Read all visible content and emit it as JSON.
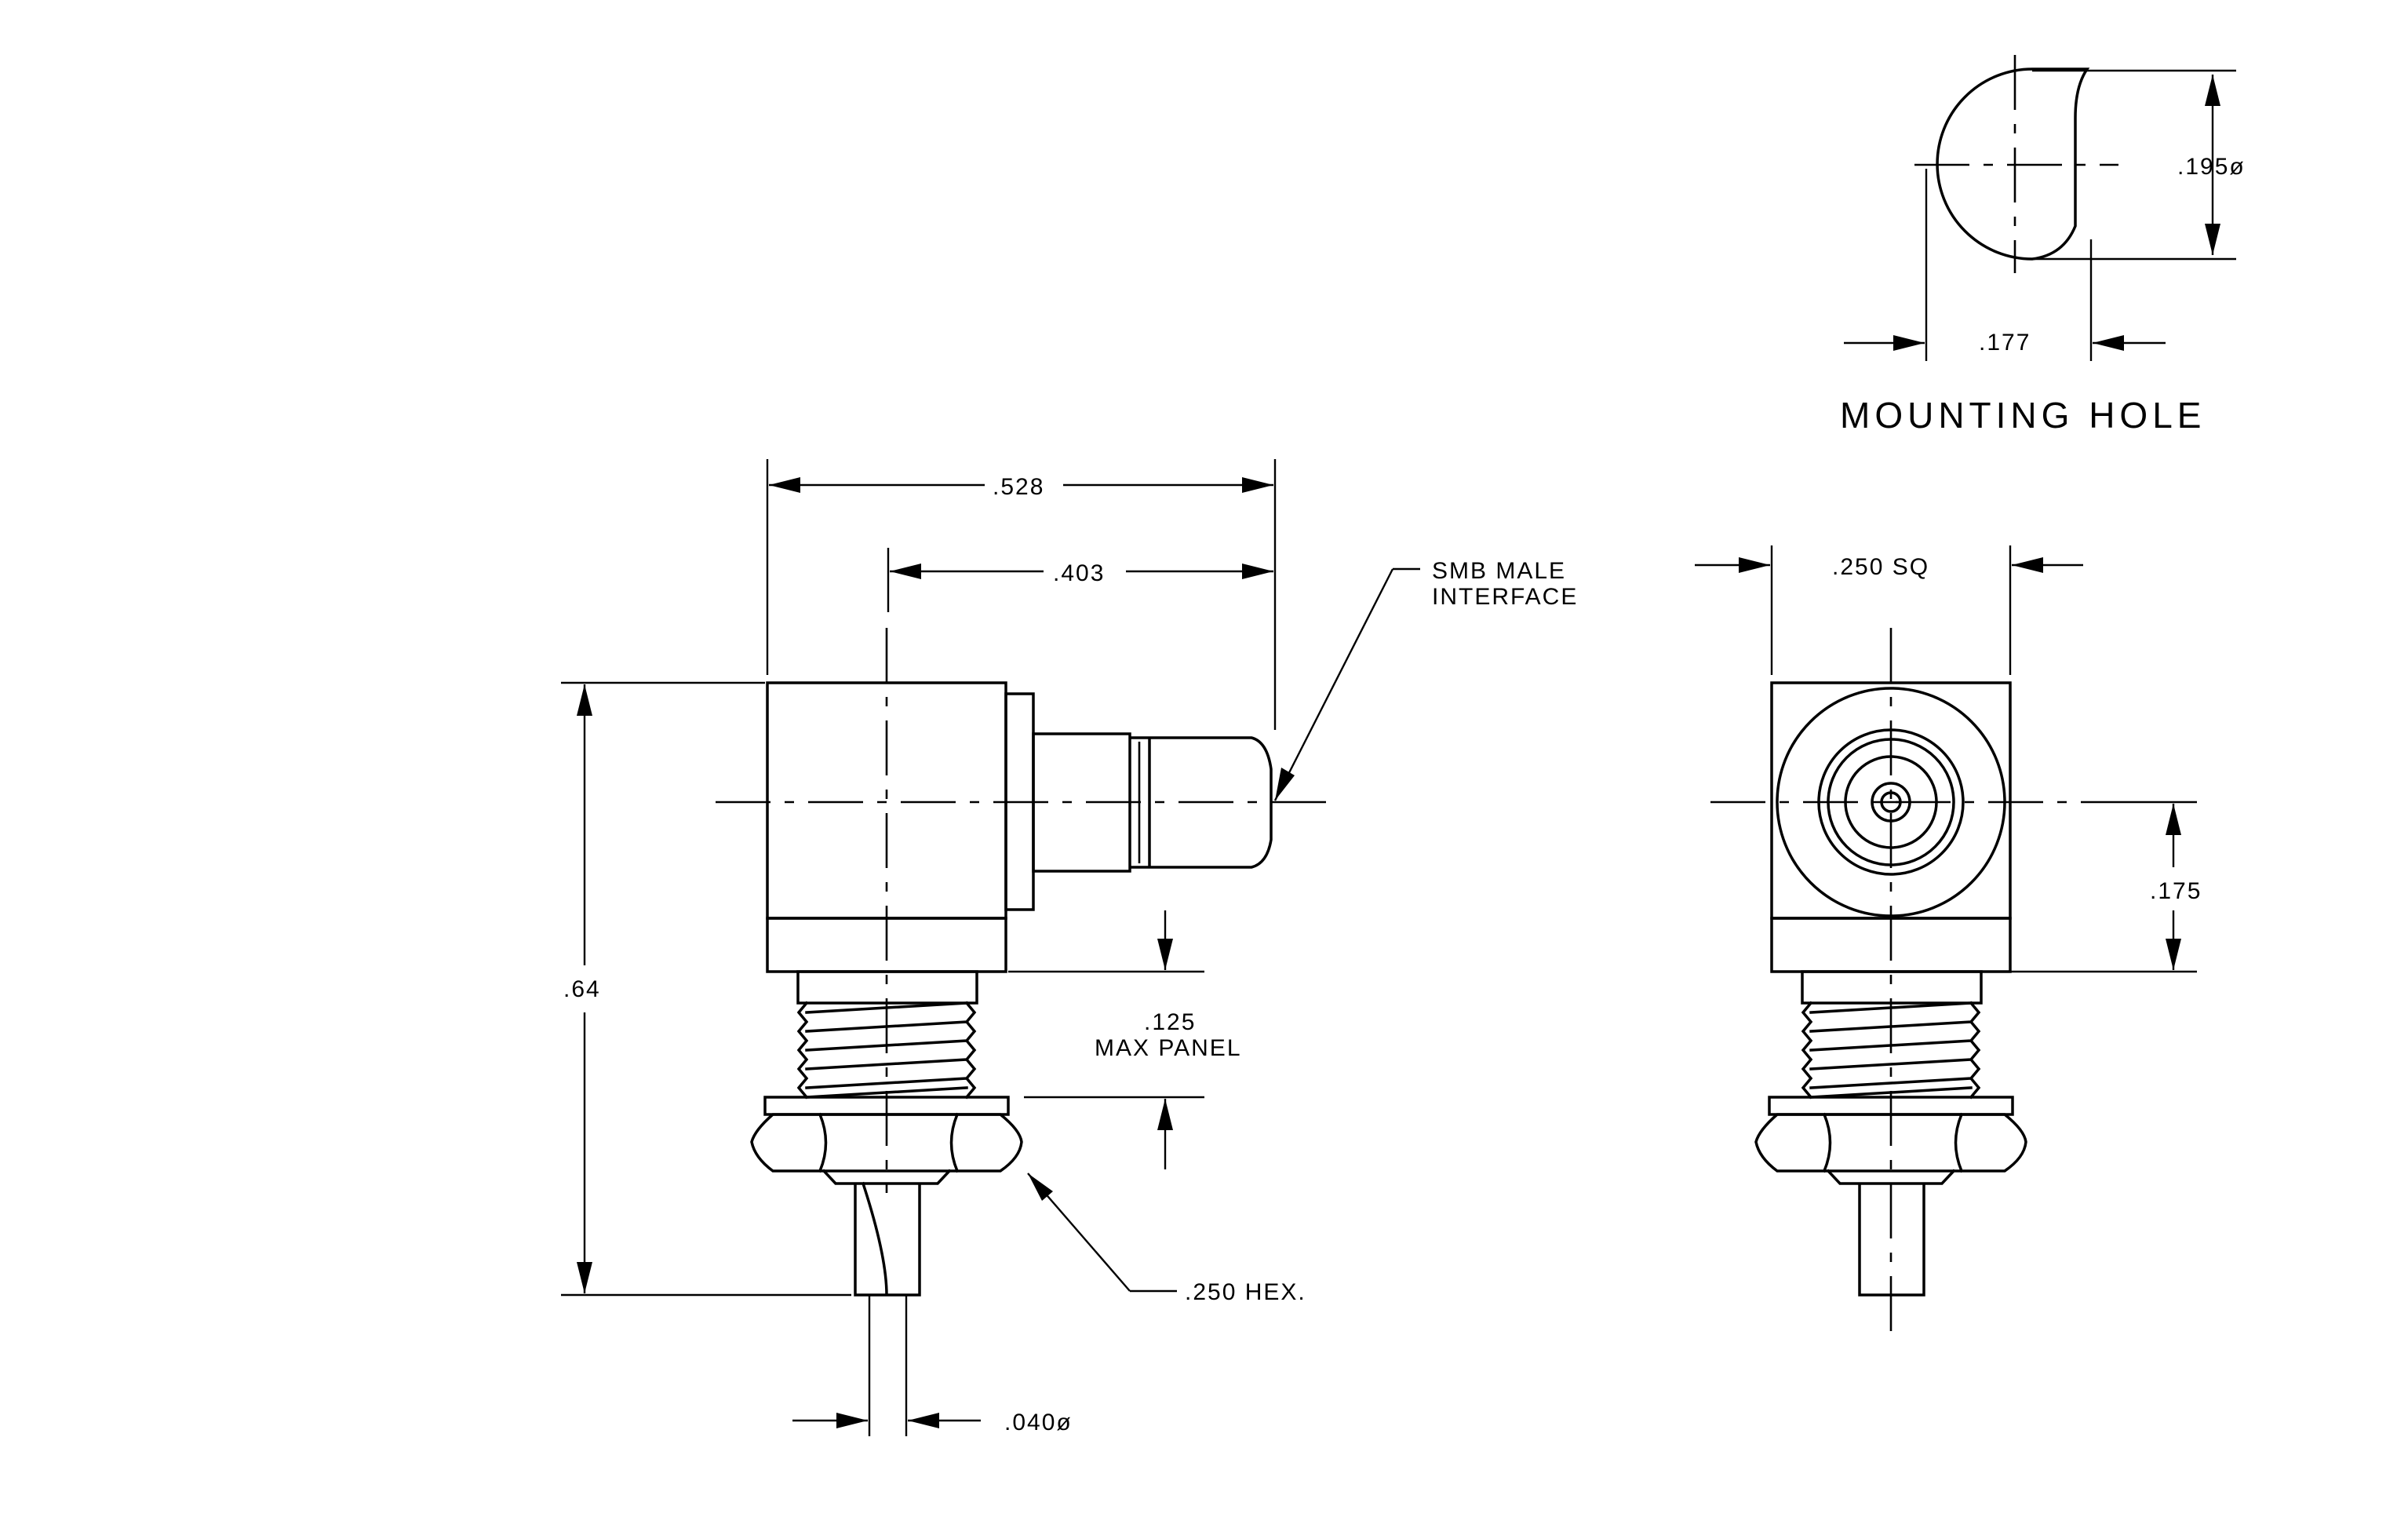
{
  "mounting_hole": {
    "title": "MOUNTING HOLE",
    "dim_diameter": ".195ø",
    "dim_flat": ".177"
  },
  "side_view": {
    "dim_overall_length": ".528",
    "dim_interface_length": ".403",
    "dim_height": ".64",
    "callout_interface_line1": "SMB MALE",
    "callout_interface_line2": "INTERFACE",
    "dim_panel_line1": ".125",
    "dim_panel_line2": "MAX PANEL",
    "callout_hex": ".250 HEX.",
    "dim_pin": ".040ø"
  },
  "front_view": {
    "dim_square": ".250 SQ",
    "dim_center_height": ".175"
  }
}
